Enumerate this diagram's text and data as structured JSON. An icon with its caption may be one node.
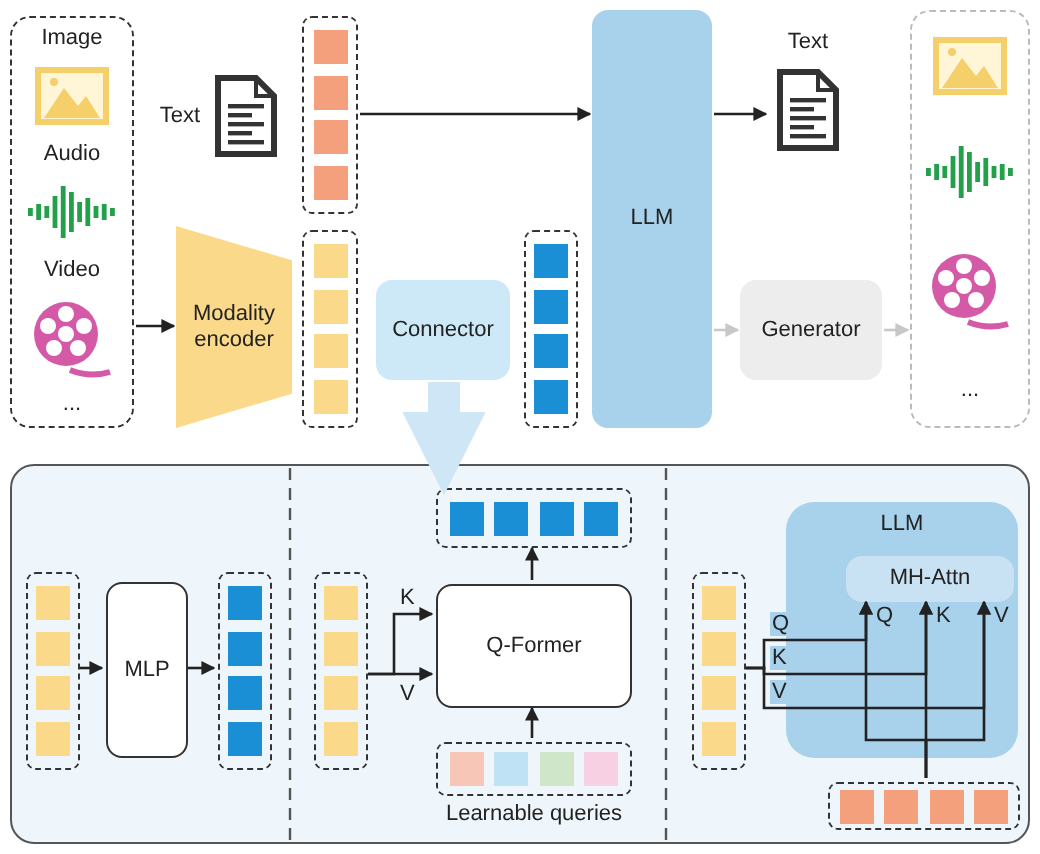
{
  "diagram": {
    "nodes": [
      {
        "text": [
          "Image",
          "Audio",
          "Video",
          "..."
        ]
      },
      {
        "text": [
          "Text"
        ]
      },
      {
        "text": [],
        "shape": "box"
      },
      {
        "text": [
          "Modality encoder"
        ]
      },
      {
        "text": [],
        "shape": "box"
      },
      {
        "text": [
          "Connector"
        ]
      },
      {
        "text": [],
        "shape": "box"
      },
      {
        "text": [
          "LLM"
        ]
      },
      {
        "text": [
          "Text"
        ]
      },
      {
        "text": [
          "Generator"
        ]
      },
      {
        "text": [
          "..."
        ]
      },
      {
        "text": [],
        "shape": "box"
      },
      {
        "text": [],
        "shape": "box",
        "in": 11
      },
      {
        "text": [
          "MLP"
        ],
        "in": 11
      },
      {
        "text": [],
        "shape": "box",
        "in": 11
      },
      {
        "text": [],
        "shape": "box",
        "in": 11
      },
      {
        "text": [
          "Q-Former"
        ],
        "in": 11
      },
      {
        "text": [],
        "shape": "box",
        "in": 11
      },
      {
        "text": [],
        "shape": "box",
        "in": 11,
        "beside": [
          "Learnable queries"
        ]
      },
      {
        "text": [],
        "shape": "box",
        "in": 11
      },
      {
        "text": [
          "LLM"
        ],
        "in": 11
      },
      {
        "text": [
          "MH-Attn"
        ],
        "in": 20
      },
      {
        "text": [],
        "shape": "box",
        "in": 11
      }
    ],
    "edges": [
      {
        "from": 0,
        "to": 3,
        "arrow": "to"
      },
      {
        "from": 2,
        "to": 7,
        "arrow": "to"
      },
      {
        "from": 7,
        "to": 8,
        "arrow": "to"
      },
      {
        "from": 7,
        "to": 9,
        "arrow": "to",
        "color": "#c8c8c8"
      },
      {
        "from": 9,
        "to": 10,
        "arrow": "to",
        "color": "#c8c8c8"
      },
      {
        "from": 5,
        "to": 11,
        "arrow": "to",
        "style": "thick",
        "color": "#cfe6f6"
      },
      {
        "from": 12,
        "to": 13,
        "arrow": "to"
      },
      {
        "from": 13,
        "to": 14,
        "arrow": "to"
      },
      {
        "from": 15,
        "to": 16,
        "arrow": "to",
        "label": "K"
      },
      {
        "from": 15,
        "to": 16,
        "arrow": "to",
        "label": "V"
      },
      {
        "from": 16,
        "to": 17,
        "arrow": "to"
      },
      {
        "from": 18,
        "to": 16,
        "arrow": "to"
      },
      {
        "from": 19,
        "to": 21,
        "arrow": "to",
        "label": "Q"
      },
      {
        "from": 19,
        "to": 21,
        "arrow": "to",
        "label": "K"
      },
      {
        "from": 19,
        "to": 21,
        "arrow": "to",
        "label": "V"
      },
      {
        "from": 22,
        "to": 21,
        "arrow": "to",
        "label": "Q"
      },
      {
        "from": 22,
        "to": 21,
        "arrow": "to",
        "label": "K"
      },
      {
        "from": 22,
        "to": 21,
        "arrow": "to",
        "label": "V"
      }
    ]
  }
}
